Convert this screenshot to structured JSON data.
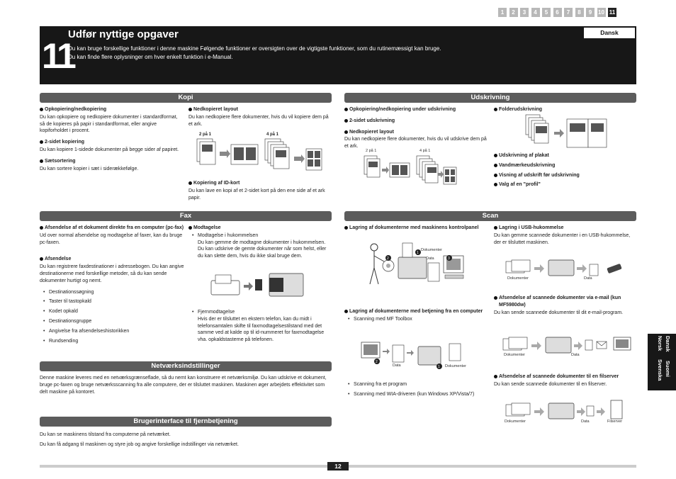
{
  "chapter_nav": {
    "numbers": [
      "1",
      "2",
      "3",
      "4",
      "5",
      "6",
      "7",
      "8",
      "9",
      "10",
      "11"
    ],
    "active": "11"
  },
  "header": {
    "chapter_number": "11",
    "title": "Udfør nyttige opgaver",
    "intro_line1": "Du kan bruge forskellige funktioner i denne maskine Følgende funktioner er oversigten over de vigtigste funktioner, som du rutinemæssigt kan bruge.",
    "intro_line2": "Du kan finde flere oplysninger om hver enkelt funktion i e-Manual.",
    "language": "Dansk"
  },
  "kopi": {
    "heading": "Kopi",
    "opkopiering_title": "Opkopiering/nedkopiering",
    "opkopiering_text": "Du kan opkopiere og nedkopiere dokumenter i standardformat, så de kopieres på papir i standardformat, eller angive kopiforholdet i procent.",
    "sidet_title": "2-sidet kopiering",
    "sidet_text": "Du kan kopiere 1-sidede dokumenter på begge sider af papiret.",
    "saet_title": "Sætsortering",
    "saet_text": "Du kan sortere kopier i sæt i siderækkefølge.",
    "nedk_layout_title": "Nedkopieret layout",
    "nedk_layout_text": "Du kan nedkopiere flere dokumenter, hvis du vil kopiere dem på et ark.",
    "label_2pa1": "2 på 1",
    "label_4pa1": "4 på 1",
    "id_title": "Kopiering af ID-kort",
    "id_text": "Du kan lave en kopi af et 2-sidet kort på den ene side af et ark papir."
  },
  "udskrivning": {
    "heading": "Udskrivning",
    "item1": "Opkopiering/nedkopiering under udskrivning",
    "item2": "2-sidet udskrivning",
    "item3_title": "Nedkopieret layout",
    "item3_text": "Du kan nedkopiere flere dokumenter, hvis du vil udskrive dem på et ark.",
    "label_2pa1": "2 på 1",
    "label_4pa1": "4 på 1",
    "folder": "Folderudskrivning",
    "plakat": "Udskrivning af plakat",
    "vandmaerke": "Vandmærkeudskrivning",
    "visning": "Visning af udskrift før udskrivning",
    "profil": "Valg af en \"profil\""
  },
  "fax": {
    "heading": "Fax",
    "pcfax_title": "Afsendelse af et dokument direkte fra en computer (pc-fax)",
    "pcfax_text": "Ud over normal afsendelse og modtagelse af faxer, kan du bruge pc-faxen.",
    "afsendelse_title": "Afsendelse",
    "afsendelse_text": "Du kan registrere faxdestinationer i adressebogen. Du kan angive destinationerne med forskellige metoder, så du kan sende dokumenter hurtigt og nemt.",
    "afsendelse_list": [
      "Destinationssøgning",
      "Taster til tastopkald",
      "Kodet opkald",
      "Destinationsgruppe",
      "Angivelse fra afsendelseshistorikken",
      "Rundsending"
    ],
    "modtagelse_title": "Modtagelse",
    "hukommelse_title": "Modtagelse i hukommelsen",
    "hukommelse_text": "Du kan gemme de modtagne dokumenter i hukommelsen. Du kan udskrive de gemte dokumenter når som helst, eller du kan slette dem, hvis du ikke skal bruge dem.",
    "fjern_title": "Fjernmodtagelse",
    "fjern_text": "Hvis der er tilsluttet en ekstern telefon, kan du midt i telefonsamtalen skifte til faxmodtagelsestilstand med det samme ved at kalde op til id-nummeret for faxmodtagelse vha. opkaldstasterne på telefonen."
  },
  "scan": {
    "heading": "Scan",
    "lagring_kontrol": "Lagring af dokumenterne med maskinens kontrolpanel",
    "label_dokumenter": "Dokumenter",
    "label_data": "Data",
    "lagring_computer_title": "Lagring af dokumenterne med betjening fra en computer",
    "mf_toolbox": "Scanning med MF Toolbox",
    "scan_list": [
      "Scanning fra et program",
      "Scanning med WIA-driveren (kun Windows XP/Vista/7)"
    ],
    "usb_title": "Lagring i USB-hukommelse",
    "usb_text": "Du kan gemme scannede dokumenter i en USB-hukommelse, der er tilsluttet maskinen.",
    "email_title": "Afsendelse af scannede dokumenter via e-mail (kun MF5980dw)",
    "email_text": "Du kan sende scannede dokumenter til dit e-mail-program.",
    "fil_title": "Afsendelse af scannede dokumenter til en filserver",
    "fil_text": "Du kan sende scannede dokumenter til en filserver.",
    "label_filserver": "Filserver"
  },
  "netvaerk": {
    "heading": "Netværksindstillinger",
    "text": "Denne maskine leveres med en netværksgrænseflade, så du nemt kan konstruere et netværksmiljø. Du kan udskrive et dokument, bruge pc-faxen og bruge netværksscanning fra alle computere, der er tilsluttet maskinen. Maskinen øger arbejdets effektivitet som delt maskine på kontoret."
  },
  "fjernbetjening": {
    "heading": "Brugerinterface til fjernbetjening",
    "text1": "Du kan se maskinens tilstand fra computerne på netværket.",
    "text2": "Du kan få adgang til maskinen og styre job og angive forskellige indstillinger via netværket."
  },
  "side_tab": {
    "col1_top": "Dansk",
    "col1_bottom": "Suomi",
    "col2_top": "Norsk",
    "col2_bottom": "Svenska"
  },
  "page_number": "12"
}
